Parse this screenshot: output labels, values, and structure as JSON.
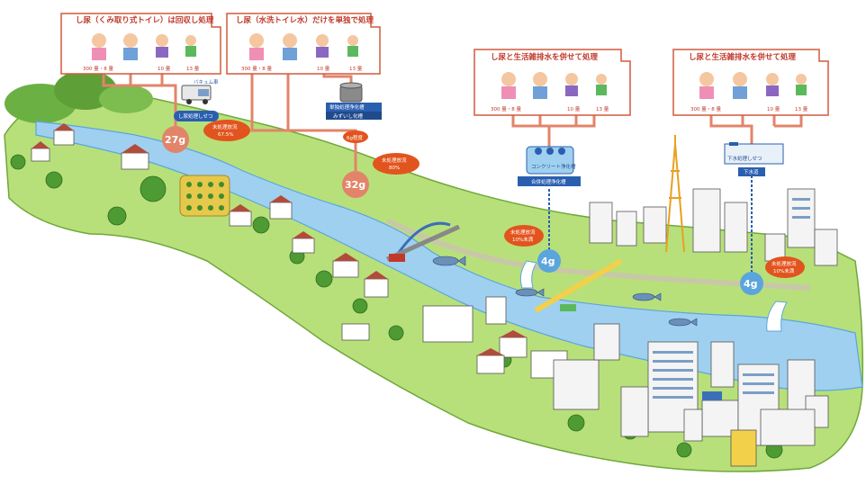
{
  "colors": {
    "sky": "#ffffff",
    "land": "#b8e07a",
    "land_dark": "#8cc64f",
    "river": "#9fd0f0",
    "river_dark": "#5aa6dc",
    "pipe": "#e2846a",
    "house_line": "#d25a3d",
    "callout": "#e2541e",
    "blue_plant": "#2a5fb0"
  },
  "houses": [
    {
      "title": "し尿（くみ取り式トイレ）は回収し処理",
      "labels": [
        "300 量・8 量",
        "10 量",
        "13 量"
      ]
    },
    {
      "title": "し尿（水洗トイレ水）だけを単独で処理",
      "labels": [
        "300 量・8 量",
        "10 量",
        "13 量"
      ]
    },
    {
      "title": "し尿と生活雑排水を併せて処理",
      "labels": [
        "300 量・8 量",
        "10 量",
        "13 量"
      ]
    },
    {
      "title": "し尿と生活雑排水を併せて処理",
      "labels": [
        "300 量・8 量",
        "10 量",
        "13 量"
      ]
    }
  ],
  "facilities": {
    "truck": "バキュム車",
    "plant1": "し尿処理しせつ",
    "tank": "単独処理浄化槽",
    "tank_sub": "みずいし化槽",
    "septic": "合併処理浄化槽",
    "septic_top": "コンクリート浄化槽",
    "sewage": "下水道",
    "sewage_top": "下水処理しせつ"
  },
  "amounts": [
    {
      "value": "27g"
    },
    {
      "value": "32g"
    },
    {
      "value": "4g"
    },
    {
      "value": "4g"
    }
  ],
  "small_badge": "6g程度",
  "callouts": [
    {
      "lines": [
        "未処理放流",
        "67.5%"
      ]
    },
    {
      "lines": [
        "未処理放流",
        "80%"
      ]
    },
    {
      "lines": [
        "未処理放流",
        "10%未満"
      ]
    },
    {
      "lines": [
        "未処理放流",
        "10%未満"
      ]
    }
  ]
}
